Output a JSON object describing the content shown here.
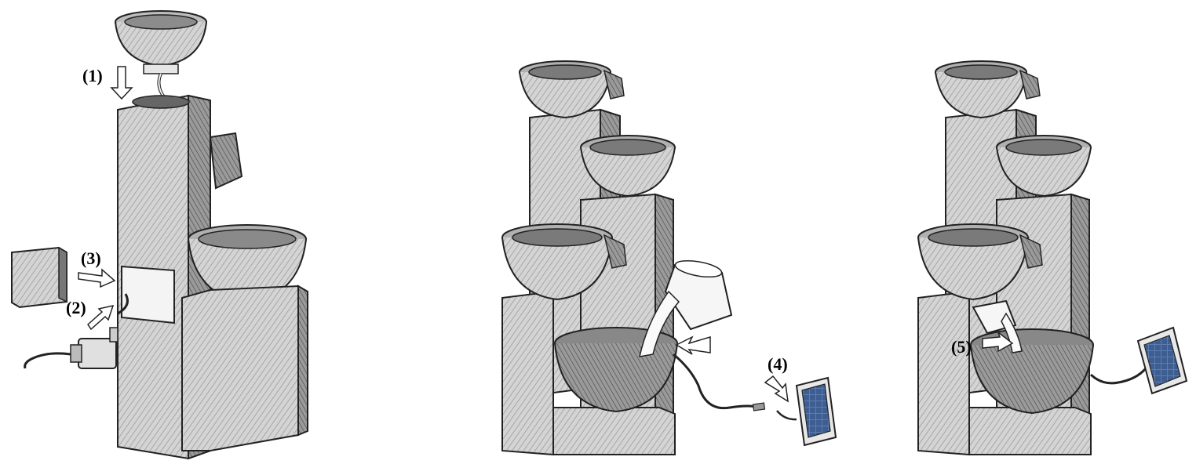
{
  "steps": [
    {
      "label": "(1)"
    },
    {
      "label": "(2)"
    },
    {
      "label": "(3)"
    },
    {
      "label": "(4)"
    },
    {
      "label": "(5)"
    }
  ],
  "colors": {
    "ink": "#1a1a1a",
    "stone_light": "#d9d9d9",
    "stone_mid": "#a6a6a6",
    "stone_dark": "#5c5c5c",
    "water": "#8c8c8c",
    "panel_blue": "#4a6fa5"
  }
}
